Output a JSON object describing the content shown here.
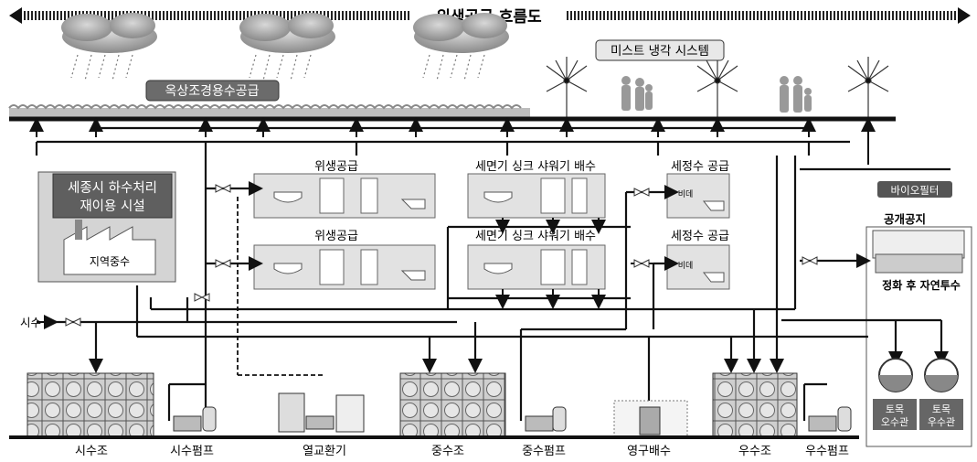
{
  "title": "위생공급 흐름도",
  "labels": {
    "roof_supply": "옥상조경용수공급",
    "mist": "미스트 냉각 시스템",
    "facility_line1": "세종시 하수처리",
    "facility_line2": "재이용 시설",
    "regional_water": "지역중수",
    "sanitary_top": "위생공급",
    "sanitary_bottom": "위생공급",
    "drain_top": "세면기 싱크 샤워기 배수",
    "drain_bottom": "세면기 싱크 샤워기 배수",
    "wash_top": "세정수 공급",
    "wash_bottom": "세정수 공급",
    "bidet_top": "비데",
    "bidet_bottom": "비데",
    "biofilter": "바이오필터",
    "open_space": "공개공지",
    "purify": "정화 후 자연투수",
    "city_water": "시수",
    "civil_sewer_1": "토목",
    "civil_sewer_2": "오수관",
    "civil_storm_1": "토목",
    "civil_storm_2": "우수관"
  },
  "bottom_labels": [
    "시수조",
    "시수펌프",
    "열교환기",
    "중수조",
    "중수펌프",
    "영구배수",
    "우수조",
    "우수펌프"
  ]
}
